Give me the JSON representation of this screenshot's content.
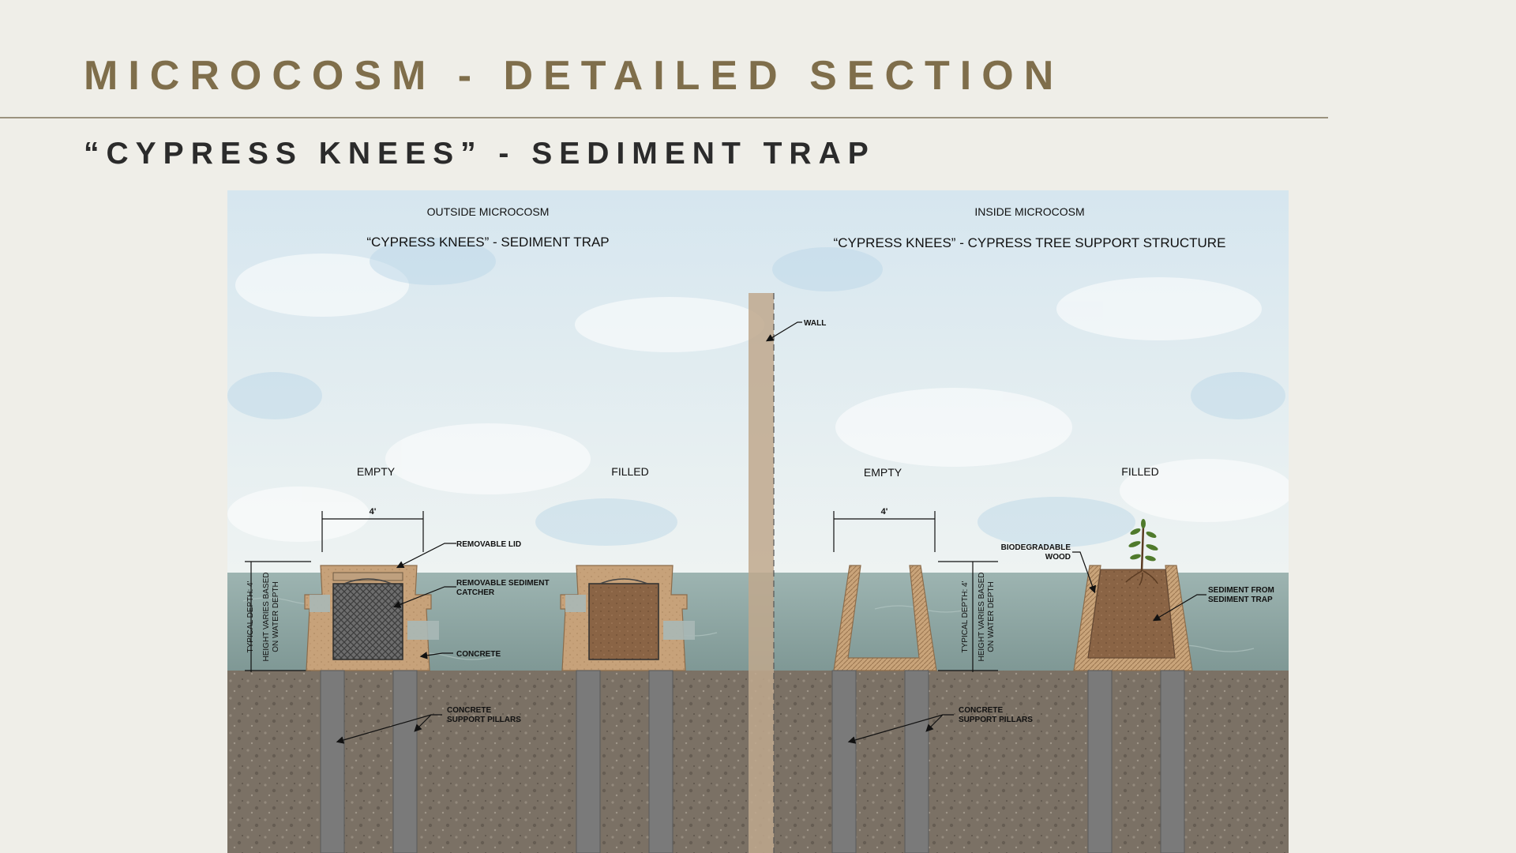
{
  "title": "MICROCOSM - DETAILED SECTION",
  "subtitle": "“CYPRESS KNEES” - SEDIMENT TRAP",
  "colors": {
    "title": "#7f6e4b",
    "sky": "#dce9ef",
    "water": "#8fa7a4",
    "soil": "#7d7366",
    "concrete": "#c7a27a",
    "pillar": "#7a7a7a",
    "wall": "#bfa88d",
    "sediment": "#8a6445",
    "tree": "#4f7a2b"
  },
  "drawing": {
    "left_panel": {
      "heading": "OUTSIDE MICROCOSM",
      "title": "“CYPRESS KNEES” - SEDIMENT TRAP",
      "empty": "EMPTY",
      "filled": "FILLED",
      "dimension": "4'",
      "depth_note_1": "TYPICAL DEPTH: 4'",
      "depth_note_2": "HEIGHT VARIES BASED",
      "depth_note_3": "ON WATER DEPTH",
      "callout_lid": "REMOVABLE LID",
      "callout_catcher_1": "REMOVABLE SEDIMENT",
      "callout_catcher_2": "CATCHER",
      "callout_concrete": "CONCRETE",
      "callout_pillars_1": "CONCRETE",
      "callout_pillars_2": "SUPPORT PILLARS"
    },
    "wall_label": "WALL",
    "right_panel": {
      "heading": "INSIDE MICROCOSM",
      "title": "“CYPRESS KNEES” - CYPRESS TREE SUPPORT STRUCTURE",
      "empty": "EMPTY",
      "filled": "FILLED",
      "dimension": "4'",
      "depth_note_1": "TYPICAL DEPTH: 4'",
      "depth_note_2": "HEIGHT VARIES BASED",
      "depth_note_3": "ON WATER DEPTH",
      "callout_wood_1": "BIODEGRADABLE",
      "callout_wood_2": "WOOD",
      "callout_sediment_1": "SEDIMENT FROM",
      "callout_sediment_2": "SEDIMENT TRAP",
      "callout_pillars_1": "CONCRETE",
      "callout_pillars_2": "SUPPORT PILLARS"
    }
  }
}
